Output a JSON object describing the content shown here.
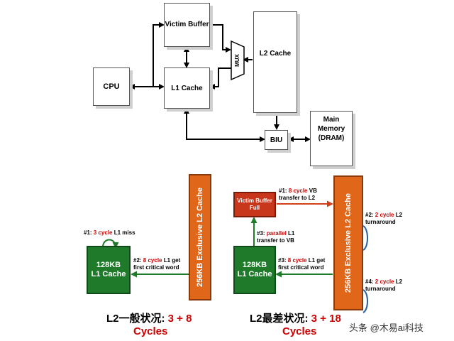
{
  "top": {
    "cpu": "CPU",
    "l1": "L1 Cache",
    "victim": "Victim Buffer",
    "mux": "MUX",
    "l2": "L2 Cache",
    "biu": "BIU",
    "mem": "Main Memory\n(DRAM)"
  },
  "left": {
    "l2_label": "256KB Exclusive L2 Cache",
    "l1_label": "128KB\nL1 Cache",
    "miss_num": "#1:",
    "miss_val": "3 cycle",
    "miss_txt": "L1 miss",
    "get_num": "#2:",
    "get_val": "8 cycle",
    "get_txt1": "L1 get",
    "get_txt2": "first critical word",
    "title_main": "L2一般状况: ",
    "title_val": "3 + 8",
    "title_cycles": "Cycles"
  },
  "right": {
    "l2_label": "256KB Exclusive L2 Cache",
    "l1_label": "128KB\nL1 Cache",
    "vb_label": "Victim Buffer\nFull",
    "a1_num": "#1:",
    "a1_val": "8 cycle",
    "a1_txt1": "VB",
    "a1_txt2": "transfer to L2",
    "a2_num": "#2:",
    "a2_val": "2 cycle",
    "a2_txt1": "L2",
    "a2_txt2": "turnaround",
    "a3_num": "#3:",
    "a3_val": "parallel",
    "a3_txt1": "L1",
    "a3_txt2": "transfer to VB",
    "a3b_num": "#3:",
    "a3b_val": "8 cycle",
    "a3b_txt1": "L1 get",
    "a3b_txt2": "first critical word",
    "a4_num": "#4:",
    "a4_val": "2 cycle",
    "a4_txt1": "L2",
    "a4_txt2": "turnaround",
    "title_main": "L2最差状况: ",
    "title_val": "3 + 18",
    "title_cycles": "Cycles"
  },
  "watermark": "头条 @木易ai科技",
  "colors": {
    "green": "#1f7a2a",
    "orange": "#e0661a",
    "red": "#cc0000"
  }
}
